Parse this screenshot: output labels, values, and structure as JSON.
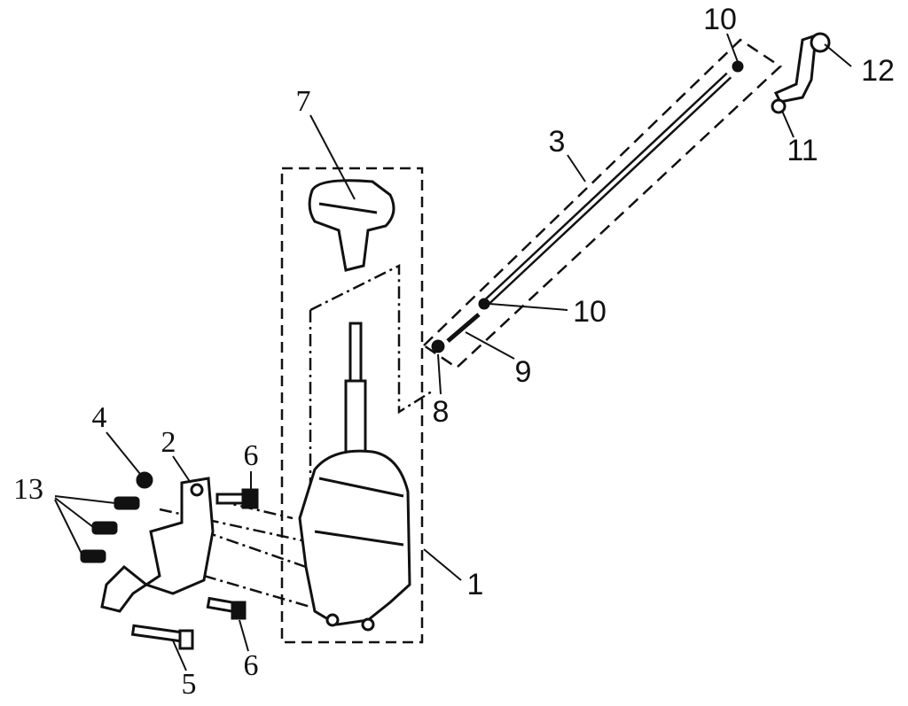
{
  "diagram": {
    "callouts": {
      "c10_top": "10",
      "c12": "12",
      "c11": "11",
      "c3": "3",
      "c7": "7",
      "c10_mid": "10",
      "c9": "9",
      "c8": "8",
      "c4": "4",
      "c2": "2",
      "c6_top": "6",
      "c13": "13",
      "c1": "1",
      "c5": "5",
      "c6_bottom": "6"
    }
  }
}
